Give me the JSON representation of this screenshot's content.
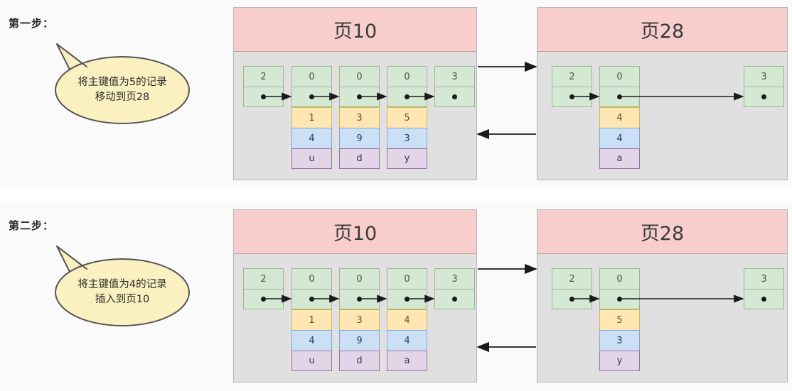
{
  "diagram": {
    "title_visible": false,
    "colors": {
      "page_header_pink": "#f8cecc",
      "page_body_gray": "#e0e0e0",
      "node_green": "#d5e8d4",
      "field_orange": "#ffe6b3",
      "field_blue": "#cce0f5",
      "field_purple": "#e1d5e7",
      "callout_yellow": "#faf0c0",
      "arrow_black": "#1a1a1a"
    }
  },
  "steps": [
    {
      "label": "第一步：",
      "callout": {
        "line1": "将主键值为5的记录",
        "line2": "移动到页28"
      },
      "pages": [
        {
          "title": "页10",
          "nodes": [
            {
              "key": "2",
              "pointer": "•",
              "fields": []
            },
            {
              "key": "0",
              "pointer": "•",
              "fields": [
                "1",
                "4",
                "u"
              ]
            },
            {
              "key": "0",
              "pointer": "•",
              "fields": [
                "3",
                "9",
                "d"
              ]
            },
            {
              "key": "0",
              "pointer": "•",
              "fields": [
                "5",
                "3",
                "y"
              ]
            },
            {
              "key": "3",
              "pointer": "•",
              "fields": []
            }
          ]
        },
        {
          "title": "页28",
          "nodes": [
            {
              "key": "2",
              "pointer": "•",
              "fields": []
            },
            {
              "key": "0",
              "pointer": "•",
              "fields": [
                "4",
                "4",
                "a"
              ]
            },
            {
              "key": "3",
              "pointer": "•",
              "fields": []
            }
          ]
        }
      ],
      "page_links": [
        {
          "direction": "right",
          "from": "页10",
          "to": "页28"
        },
        {
          "direction": "left",
          "from": "页28",
          "to": "页10"
        }
      ]
    },
    {
      "label": "第二步：",
      "callout": {
        "line1": "将主键值为4的记录",
        "line2": "插入到页10"
      },
      "pages": [
        {
          "title": "页10",
          "nodes": [
            {
              "key": "2",
              "pointer": "•",
              "fields": []
            },
            {
              "key": "0",
              "pointer": "•",
              "fields": [
                "1",
                "4",
                "u"
              ]
            },
            {
              "key": "0",
              "pointer": "•",
              "fields": [
                "3",
                "9",
                "d"
              ]
            },
            {
              "key": "0",
              "pointer": "•",
              "fields": [
                "4",
                "4",
                "a"
              ]
            },
            {
              "key": "3",
              "pointer": "•",
              "fields": []
            }
          ]
        },
        {
          "title": "页28",
          "nodes": [
            {
              "key": "2",
              "pointer": "•",
              "fields": []
            },
            {
              "key": "0",
              "pointer": "•",
              "fields": [
                "5",
                "3",
                "y"
              ]
            },
            {
              "key": "3",
              "pointer": "•",
              "fields": []
            }
          ]
        }
      ],
      "page_links": [
        {
          "direction": "right",
          "from": "页10",
          "to": "页28"
        },
        {
          "direction": "left",
          "from": "页28",
          "to": "页10"
        }
      ]
    }
  ]
}
